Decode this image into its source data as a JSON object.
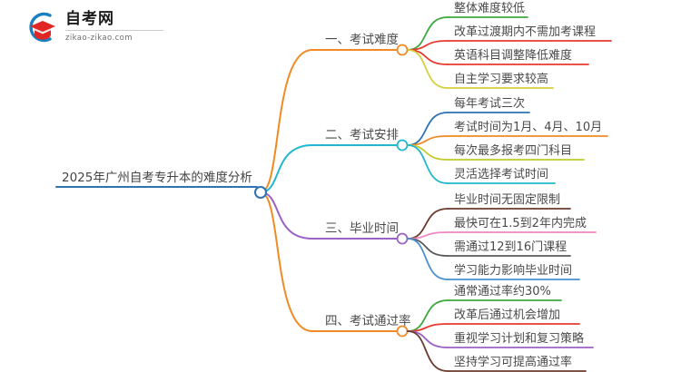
{
  "logo": {
    "title": "自考网",
    "subtitle": "zikao-zikao.com",
    "mark_blue": "#1a7fc1",
    "mark_red": "#e02726"
  },
  "mindmap": {
    "root": {
      "text": "2025年广州自考专升本的难度分析",
      "color": "#2e74b5"
    },
    "branches": [
      {
        "label": "一、考试难度",
        "color": "#f08a24",
        "children": [
          {
            "text": "整体难度较低",
            "color": "#3fa93f"
          },
          {
            "text": "改革过渡期内不需加考课程",
            "color": "#e8392f"
          },
          {
            "text": "英语科目调整降低难度",
            "color": "#e8392f"
          },
          {
            "text": "自主学习要求较高",
            "color": "#d4cf3a"
          }
        ]
      },
      {
        "label": "二、考试安排",
        "color": "#21b7ce",
        "children": [
          {
            "text": "每年考试三次",
            "color": "#2f72b5"
          },
          {
            "text": "考试时间为1月、4月、10月",
            "color": "#f08a24"
          },
          {
            "text": "每次最多报考四门科目",
            "color": "#c3cb2a"
          },
          {
            "text": "灵活选择考试时间",
            "color": "#21b7ce"
          }
        ]
      },
      {
        "label": "三、毕业时间",
        "color": "#9b62c6",
        "children": [
          {
            "text": "毕业时间无固定限制",
            "color": "#6b3b2e"
          },
          {
            "text": "最快可在1.5到2年内完成",
            "color": "#ef87c4"
          },
          {
            "text": "需通过12到16门课程",
            "color": "#5a5a5a"
          },
          {
            "text": "学习能力影响毕业时间",
            "color": "#4a90d0"
          }
        ]
      },
      {
        "label": "四、考试通过率",
        "color": "#f08a24",
        "children": [
          {
            "text": "通常通过率约30%",
            "color": "#3fa93f"
          },
          {
            "text": "改革后通过机会增加",
            "color": "#e8392f"
          },
          {
            "text": "重视学习计划和复习策略",
            "color": "#9b62c6"
          },
          {
            "text": "坚持学习可提高通过率",
            "color": "#6b3b2e"
          }
        ]
      }
    ]
  }
}
